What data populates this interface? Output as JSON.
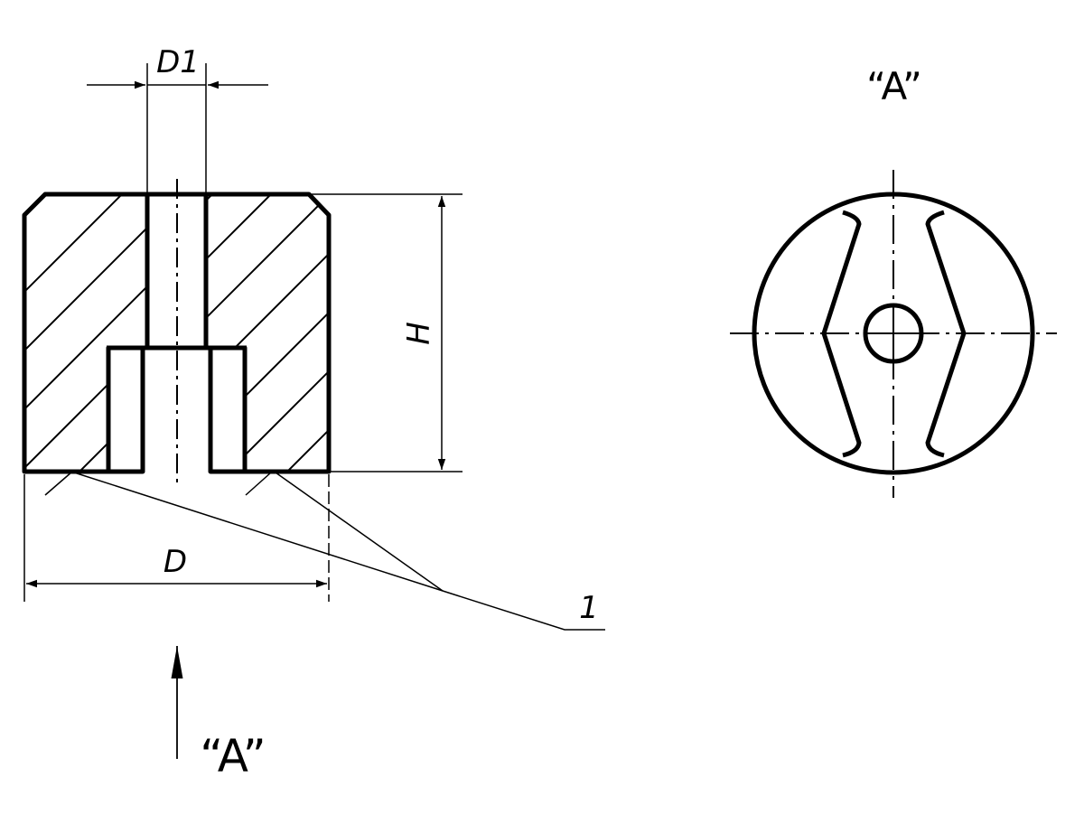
{
  "labels": {
    "d1": "D1",
    "d": "D",
    "h": "H",
    "item": "1",
    "view_arrow": "“A”",
    "view_title": "“A”"
  },
  "colors": {
    "line": "#000000",
    "background": "#ffffff"
  }
}
